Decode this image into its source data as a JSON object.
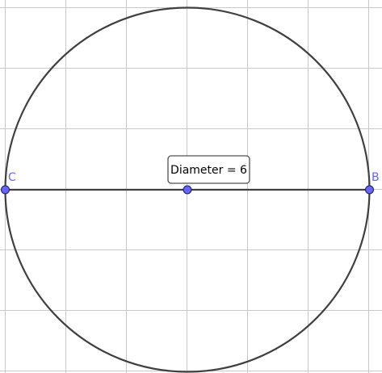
{
  "diagram": {
    "point_color": "#6666ff",
    "label_color": "#6666ff",
    "points": [
      {
        "id": "C",
        "label": "C"
      },
      {
        "id": "center",
        "label": ""
      },
      {
        "id": "B",
        "label": "B"
      }
    ],
    "annotation": {
      "text": "Diameter = 6"
    }
  }
}
